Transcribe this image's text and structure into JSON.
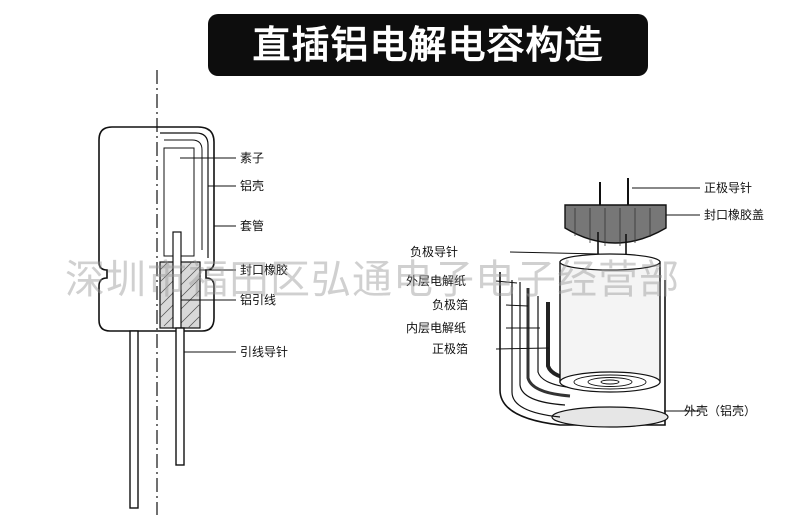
{
  "title": "直插铝电解电容构造",
  "watermark": "深圳市福田区弘通电子电子经营部",
  "left_labels": {
    "suzi": "素子",
    "lvke": "铝壳",
    "taoguan": "套管",
    "fengkou": "封口橡胶",
    "lvyinxian": "铝引线",
    "yinxian_daozhen": "引线导针"
  },
  "right_labels": {
    "zhengji_daozhen": "正极导针",
    "fengkou_gai": "封口橡胶盖",
    "fuji_daozhen": "负极导针",
    "waiceng_zhi": "外层电解纸",
    "fuji_bo": "负极箔",
    "neiceng_zhi": "内层电解纸",
    "zhengji_bo": "正极箔",
    "waike": "外壳（铝壳）"
  }
}
